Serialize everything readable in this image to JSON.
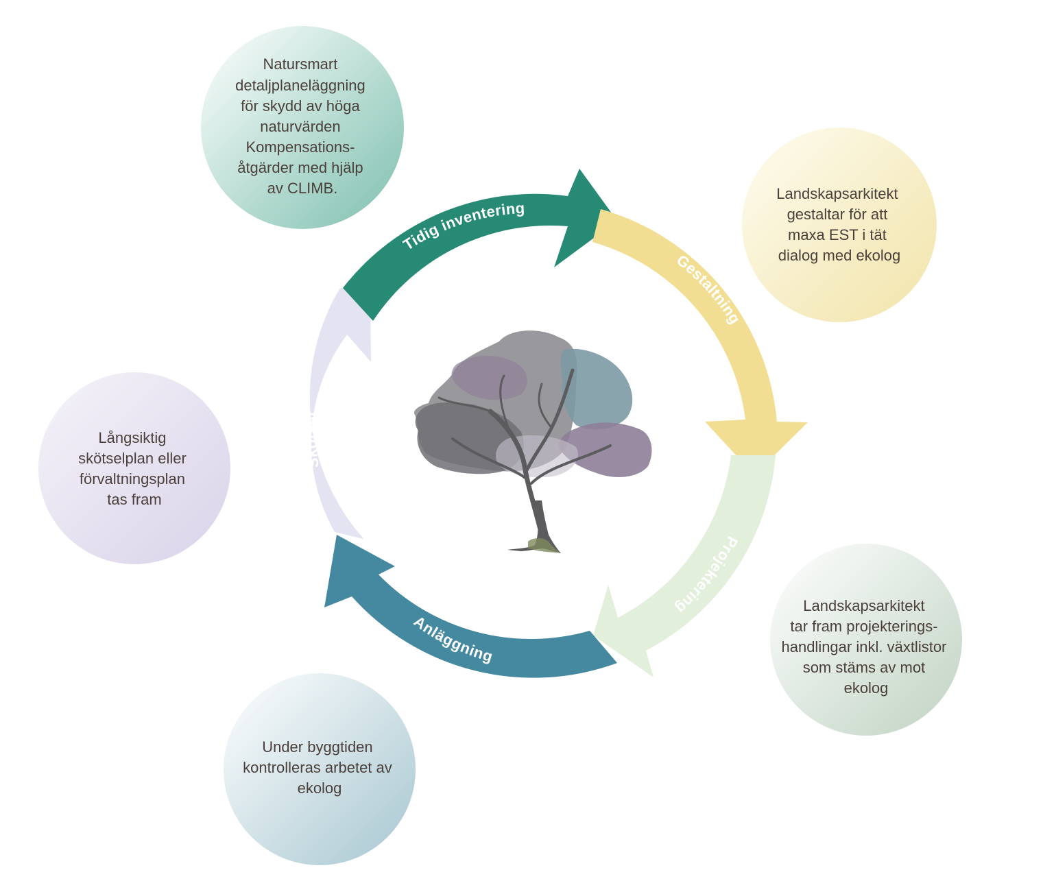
{
  "cycle": {
    "stages": [
      {
        "id": "tidig-inventering",
        "label": "Tidig inventering",
        "color": "#268a74"
      },
      {
        "id": "gestaltning",
        "label": "Gestaltning",
        "color": "#f1de92"
      },
      {
        "id": "projektering",
        "label": "Projektering",
        "color": "#e2efda"
      },
      {
        "id": "anlaggning",
        "label": "Anläggning",
        "color": "#44899f"
      },
      {
        "id": "skotsel",
        "label": "Skötsel",
        "color": "#e3e3f1"
      }
    ]
  },
  "bubbles": {
    "tidig_inventering": {
      "lines": [
        "Natursmart",
        "detaljplaneläggning",
        "för skydd av höga",
        "naturvärden",
        "Kompensations-",
        "åtgärder med hjälp",
        "av CLIMB."
      ],
      "color_light": "#ffffff",
      "color_dark": "#7dbfae"
    },
    "gestaltning": {
      "lines": [
        "Landskapsarkitekt",
        "gestaltar för att",
        "maxa EST i tät",
        "dialog med ekolog"
      ],
      "color_light": "#fefcf0",
      "color_dark": "#f1e3a8"
    },
    "projektering": {
      "lines": [
        "Landskapsarkitekt",
        "tar fram projekterings-",
        "handlingar inkl. växtlistor",
        "som stäms av mot",
        "ekolog"
      ],
      "color_light": "#ffffff",
      "color_dark": "#bfd2c2"
    },
    "anlaggning": {
      "lines": [
        "Under byggtiden",
        "kontrolleras arbetet av",
        "ekolog"
      ],
      "color_light": "#ffffff",
      "color_dark": "#a6c6d0"
    },
    "skotsel": {
      "lines": [
        "Långsiktig",
        "skötselplan eller",
        "förvaltningsplan",
        "tas fram"
      ],
      "color_light": "#f5f3f9",
      "color_dark": "#d9d2e9"
    }
  },
  "center": {
    "image": "tree-illustration",
    "colors": {
      "trunk": "#5c5c5f",
      "canopy_gray": "#8e8e92",
      "canopy_dark": "#6f6f74",
      "canopy_purple": "#8e8098",
      "canopy_teal": "#7d9aa4"
    }
  }
}
